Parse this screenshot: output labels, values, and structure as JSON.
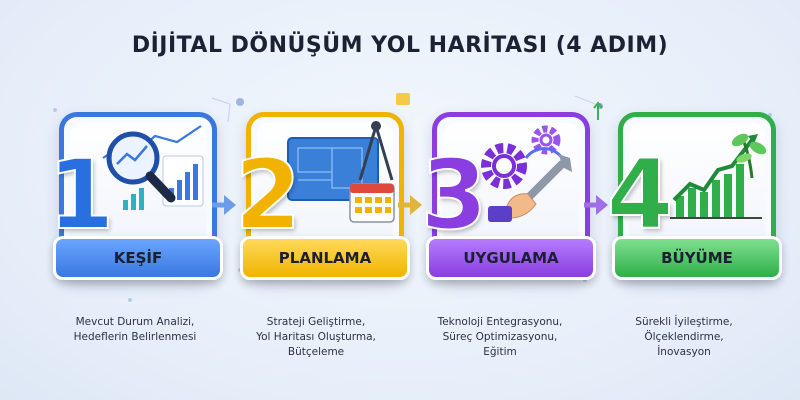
{
  "title": "DİJİTAL DÖNÜŞÜM YOL HARİTASI (4 ADIM)",
  "steps": [
    {
      "number": "1",
      "label": "KEŞİF",
      "icon": "magnifier-chart-icon",
      "color": "#3a78e0",
      "banner_color": "#4f8ef5",
      "description": [
        "Mevcut Durum Analizi,",
        "Hedeflerin Belirlenmesi"
      ]
    },
    {
      "number": "2",
      "label": "PLANLAMA",
      "icon": "blueprint-calendar-icon",
      "color": "#f0b400",
      "banner_color": "#ffc21a",
      "description": [
        "Strateji Geliştirme,",
        "Yol Haritası Oluşturma,",
        "Bütçeleme"
      ]
    },
    {
      "number": "3",
      "label": "UYGULAMA",
      "icon": "gear-wrench-icon",
      "color": "#8a3ee0",
      "banner_color": "#9b52ee",
      "description": [
        "Teknoloji Entegrasyonu,",
        "Süreç Optimizasyonu,",
        "Eğitim"
      ]
    },
    {
      "number": "4",
      "label": "BÜYÜME",
      "icon": "growth-chart-plant-icon",
      "color": "#2fae4a",
      "banner_color": "#45c35f",
      "description": [
        "Sürekli İyileştirme,",
        "Ölçeklendirme,",
        "İnovasyon"
      ]
    }
  ]
}
